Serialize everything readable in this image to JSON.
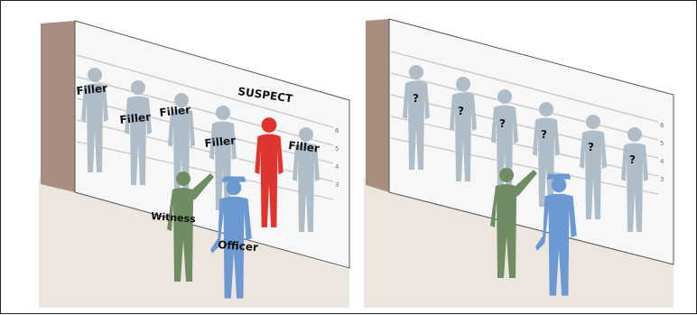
{
  "panel_left": {
    "title": "SUSPECT",
    "filler_labels": [
      "Filler",
      "Filler",
      "Filler",
      "Filler",
      "Filler"
    ],
    "suspect_label": "SUSPECT",
    "witness_label": "Witness",
    "officer_label": "Officer"
  },
  "panel_right": {
    "unknown_marks": [
      "?",
      "?",
      "?",
      "?",
      "?",
      "?"
    ]
  },
  "scale_ticks": [
    "6",
    "5",
    "4",
    "3"
  ],
  "colors": {
    "wall": "#f7f7f7",
    "floor": "#ece6df",
    "side_wall": "#a98d80",
    "silhouette": "#aebdc8",
    "suspect": "#e0352f",
    "witness": "#6f8c65",
    "officer": "#6c99d1"
  }
}
